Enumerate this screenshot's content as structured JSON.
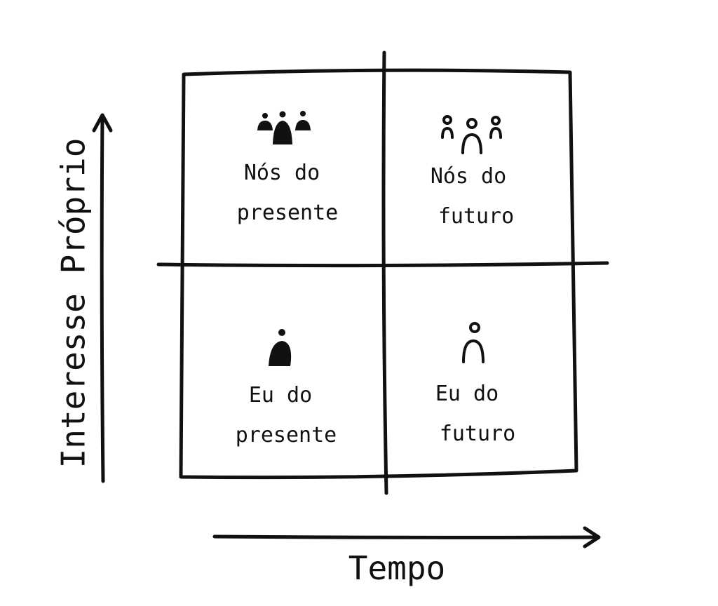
{
  "diagram": {
    "x_axis_label": "Tempo",
    "y_axis_label": "Interesse Próprio",
    "quadrants": {
      "top_left": {
        "line1": "Nós do",
        "line2": "presente",
        "icon": "group-filled-icon"
      },
      "top_right": {
        "line1": "Nós do",
        "line2": "futuro",
        "icon": "group-outline-icon"
      },
      "bottom_left": {
        "line1": "Eu do",
        "line2": "presente",
        "icon": "person-filled-icon"
      },
      "bottom_right": {
        "line1": "Eu do",
        "line2": "futuro",
        "icon": "person-outline-icon"
      }
    }
  }
}
